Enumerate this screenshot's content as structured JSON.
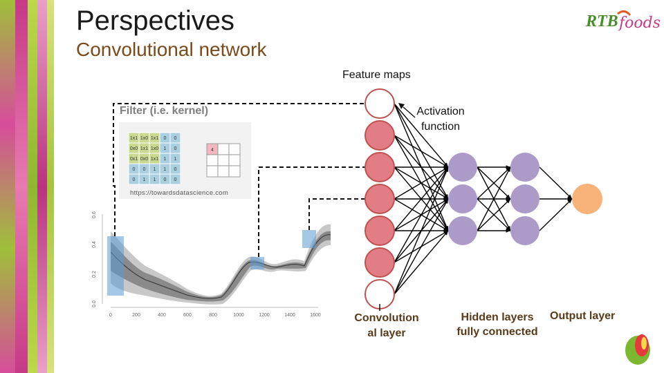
{
  "slide": {
    "title": "Perspectives",
    "subtitle": "Convolutional network",
    "logo_text": "RTBfoods"
  },
  "labels": {
    "feature_maps": "Feature maps",
    "activation": "Activation function",
    "filter": "Filter (i.e. kernel)",
    "conv_layer": "Convolution al layer",
    "hidden_layers": "Hidden layers fully connected",
    "output_layer": "Output layer",
    "source_url": "https://towardsdatascience.com"
  },
  "kernel_grid": [
    [
      "1x1",
      "1x0",
      "1x1",
      "0",
      "0"
    ],
    [
      "0x0",
      "1x1",
      "1x0",
      "1",
      "0"
    ],
    [
      "0x1",
      "0x0",
      "1x1",
      "1",
      "1"
    ],
    [
      "0",
      "0",
      "1",
      "1",
      "0"
    ],
    [
      "0",
      "1",
      "1",
      "0",
      "0"
    ]
  ],
  "feature_cell": "4",
  "spectrum_axes": {
    "x_ticks": [
      "0",
      "200",
      "400",
      "600",
      "800",
      "1000",
      "1200",
      "1400",
      "1600"
    ],
    "y_ticks": [
      "0.0",
      "0.2",
      "0.4",
      "0.6"
    ]
  },
  "colors": {
    "conv_node": "#e27d86",
    "hidden_node": "#ac9bc8",
    "output_node": "#f7b37a",
    "highlight": "#5b9bd5",
    "label_brown": "#5a3a1a"
  }
}
